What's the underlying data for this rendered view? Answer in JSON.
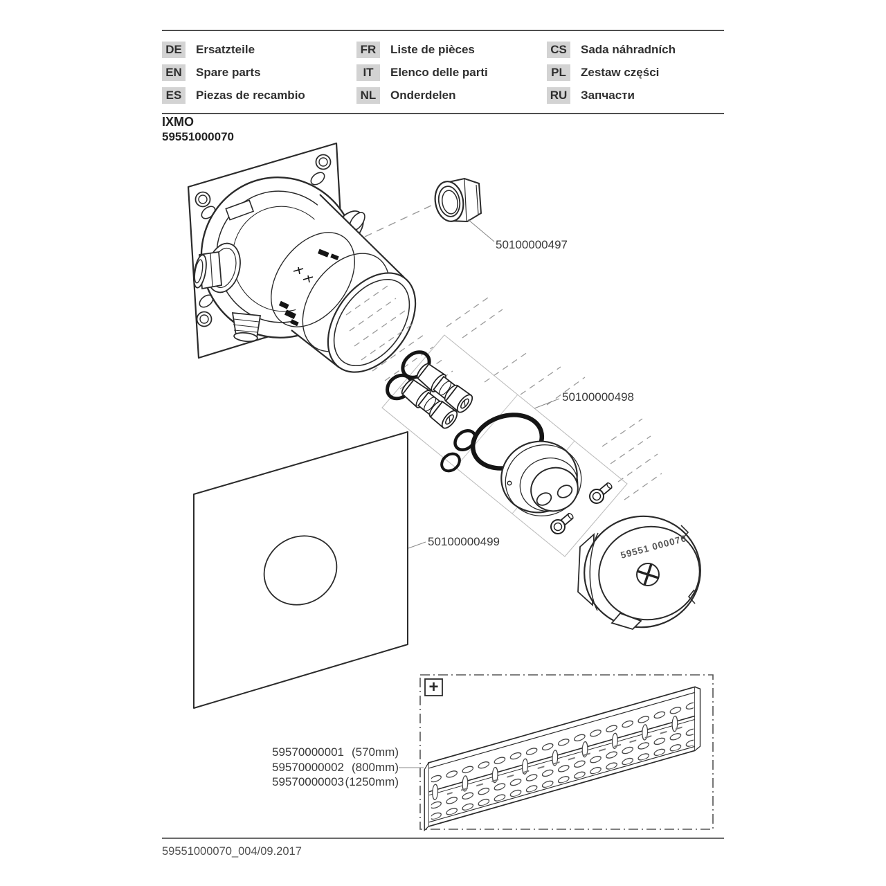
{
  "header": {
    "languages": [
      {
        "code": "DE",
        "label": "Ersatzteile"
      },
      {
        "code": "EN",
        "label": "Spare parts"
      },
      {
        "code": "ES",
        "label": "Piezas de recambio"
      },
      {
        "code": "FR",
        "label": "Liste de pièces"
      },
      {
        "code": "IT",
        "label": "Elenco delle parti"
      },
      {
        "code": "NL",
        "label": "Onderdelen"
      },
      {
        "code": "CS",
        "label": "Sada náhradních"
      },
      {
        "code": "PL",
        "label": "Zestaw części"
      },
      {
        "code": "RU",
        "label": "Запчасти"
      }
    ]
  },
  "product": {
    "name": "IXMO",
    "number": "59551000070"
  },
  "parts": {
    "nut": "50100000497",
    "cartridge_kit": "50100000498",
    "seal_sheet": "50100000499",
    "rails": [
      {
        "number": "59570000001",
        "length": "(570mm)"
      },
      {
        "number": "59570000002",
        "length": "(800mm)"
      },
      {
        "number": "59570000003",
        "length": "(1250mm)"
      }
    ]
  },
  "diagram": {
    "cap_imprint": "59551 000070",
    "rail_box_symbol": "+"
  },
  "footer": {
    "doc_ref": "59551000070_004/09.2017"
  },
  "colors": {
    "line": "#2b2b2b",
    "ghost": "#bdbdbd",
    "badge_bg": "#d3d3d3",
    "text": "#3a3a3a"
  }
}
